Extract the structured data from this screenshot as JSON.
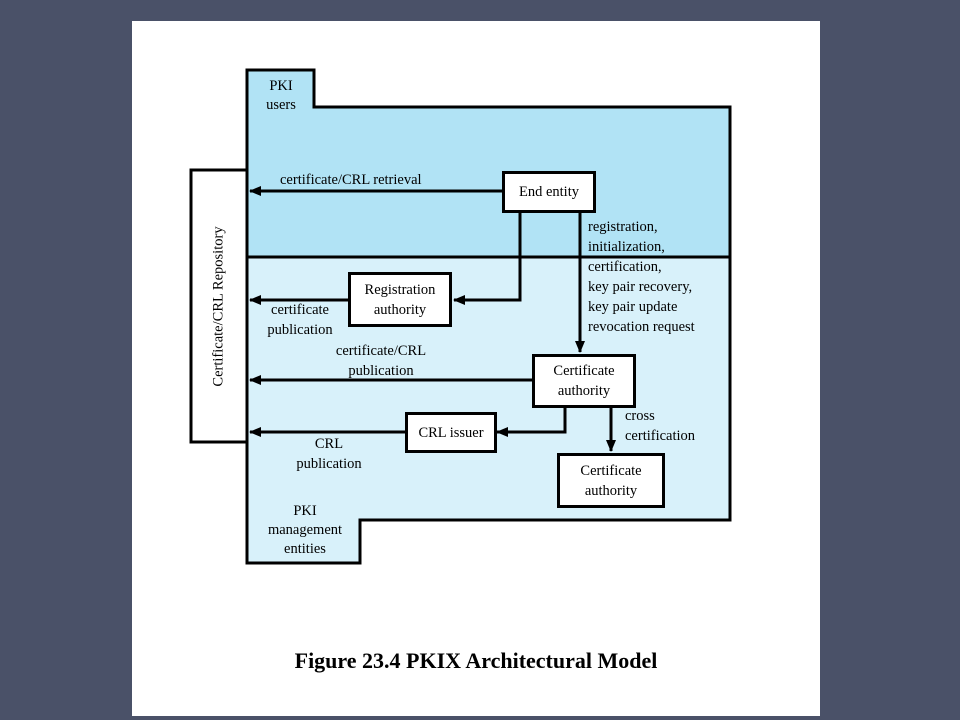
{
  "zones": {
    "users_label_1": "PKI",
    "users_label_2": "users",
    "mgmt_label_1": "PKI",
    "mgmt_label_2": "management",
    "mgmt_label_3": "entities"
  },
  "colors": {
    "users_zone": "#b1e3f5",
    "mgmt_zone": "#d8f1fa",
    "background": "#4a5168"
  },
  "nodes": {
    "repository": "Certificate/CRL Repository",
    "end_entity": "End entity",
    "ra_1": "Registration",
    "ra_2": "authority",
    "ca1_1": "Certificate",
    "ca1_2": "authority",
    "crl_issuer": "CRL issuer",
    "ca2_1": "Certificate",
    "ca2_2": "authority"
  },
  "edges": {
    "retrieval": "certificate/CRL retrieval",
    "mgmt_1": "registration,",
    "mgmt_2": "initialization,",
    "mgmt_3": "certification,",
    "mgmt_4": "key pair recovery,",
    "mgmt_5": "key pair update",
    "mgmt_6": "revocation request",
    "cert_pub_1": "certificate",
    "cert_pub_2": "publication",
    "crl_pub_ca_1": "certificate/CRL",
    "crl_pub_ca_2": "publication",
    "crl_pub_1": "CRL",
    "crl_pub_2": "publication",
    "cross_1": "cross",
    "cross_2": "certification"
  },
  "caption": "Figure 23.4  PKIX Architectural Model"
}
